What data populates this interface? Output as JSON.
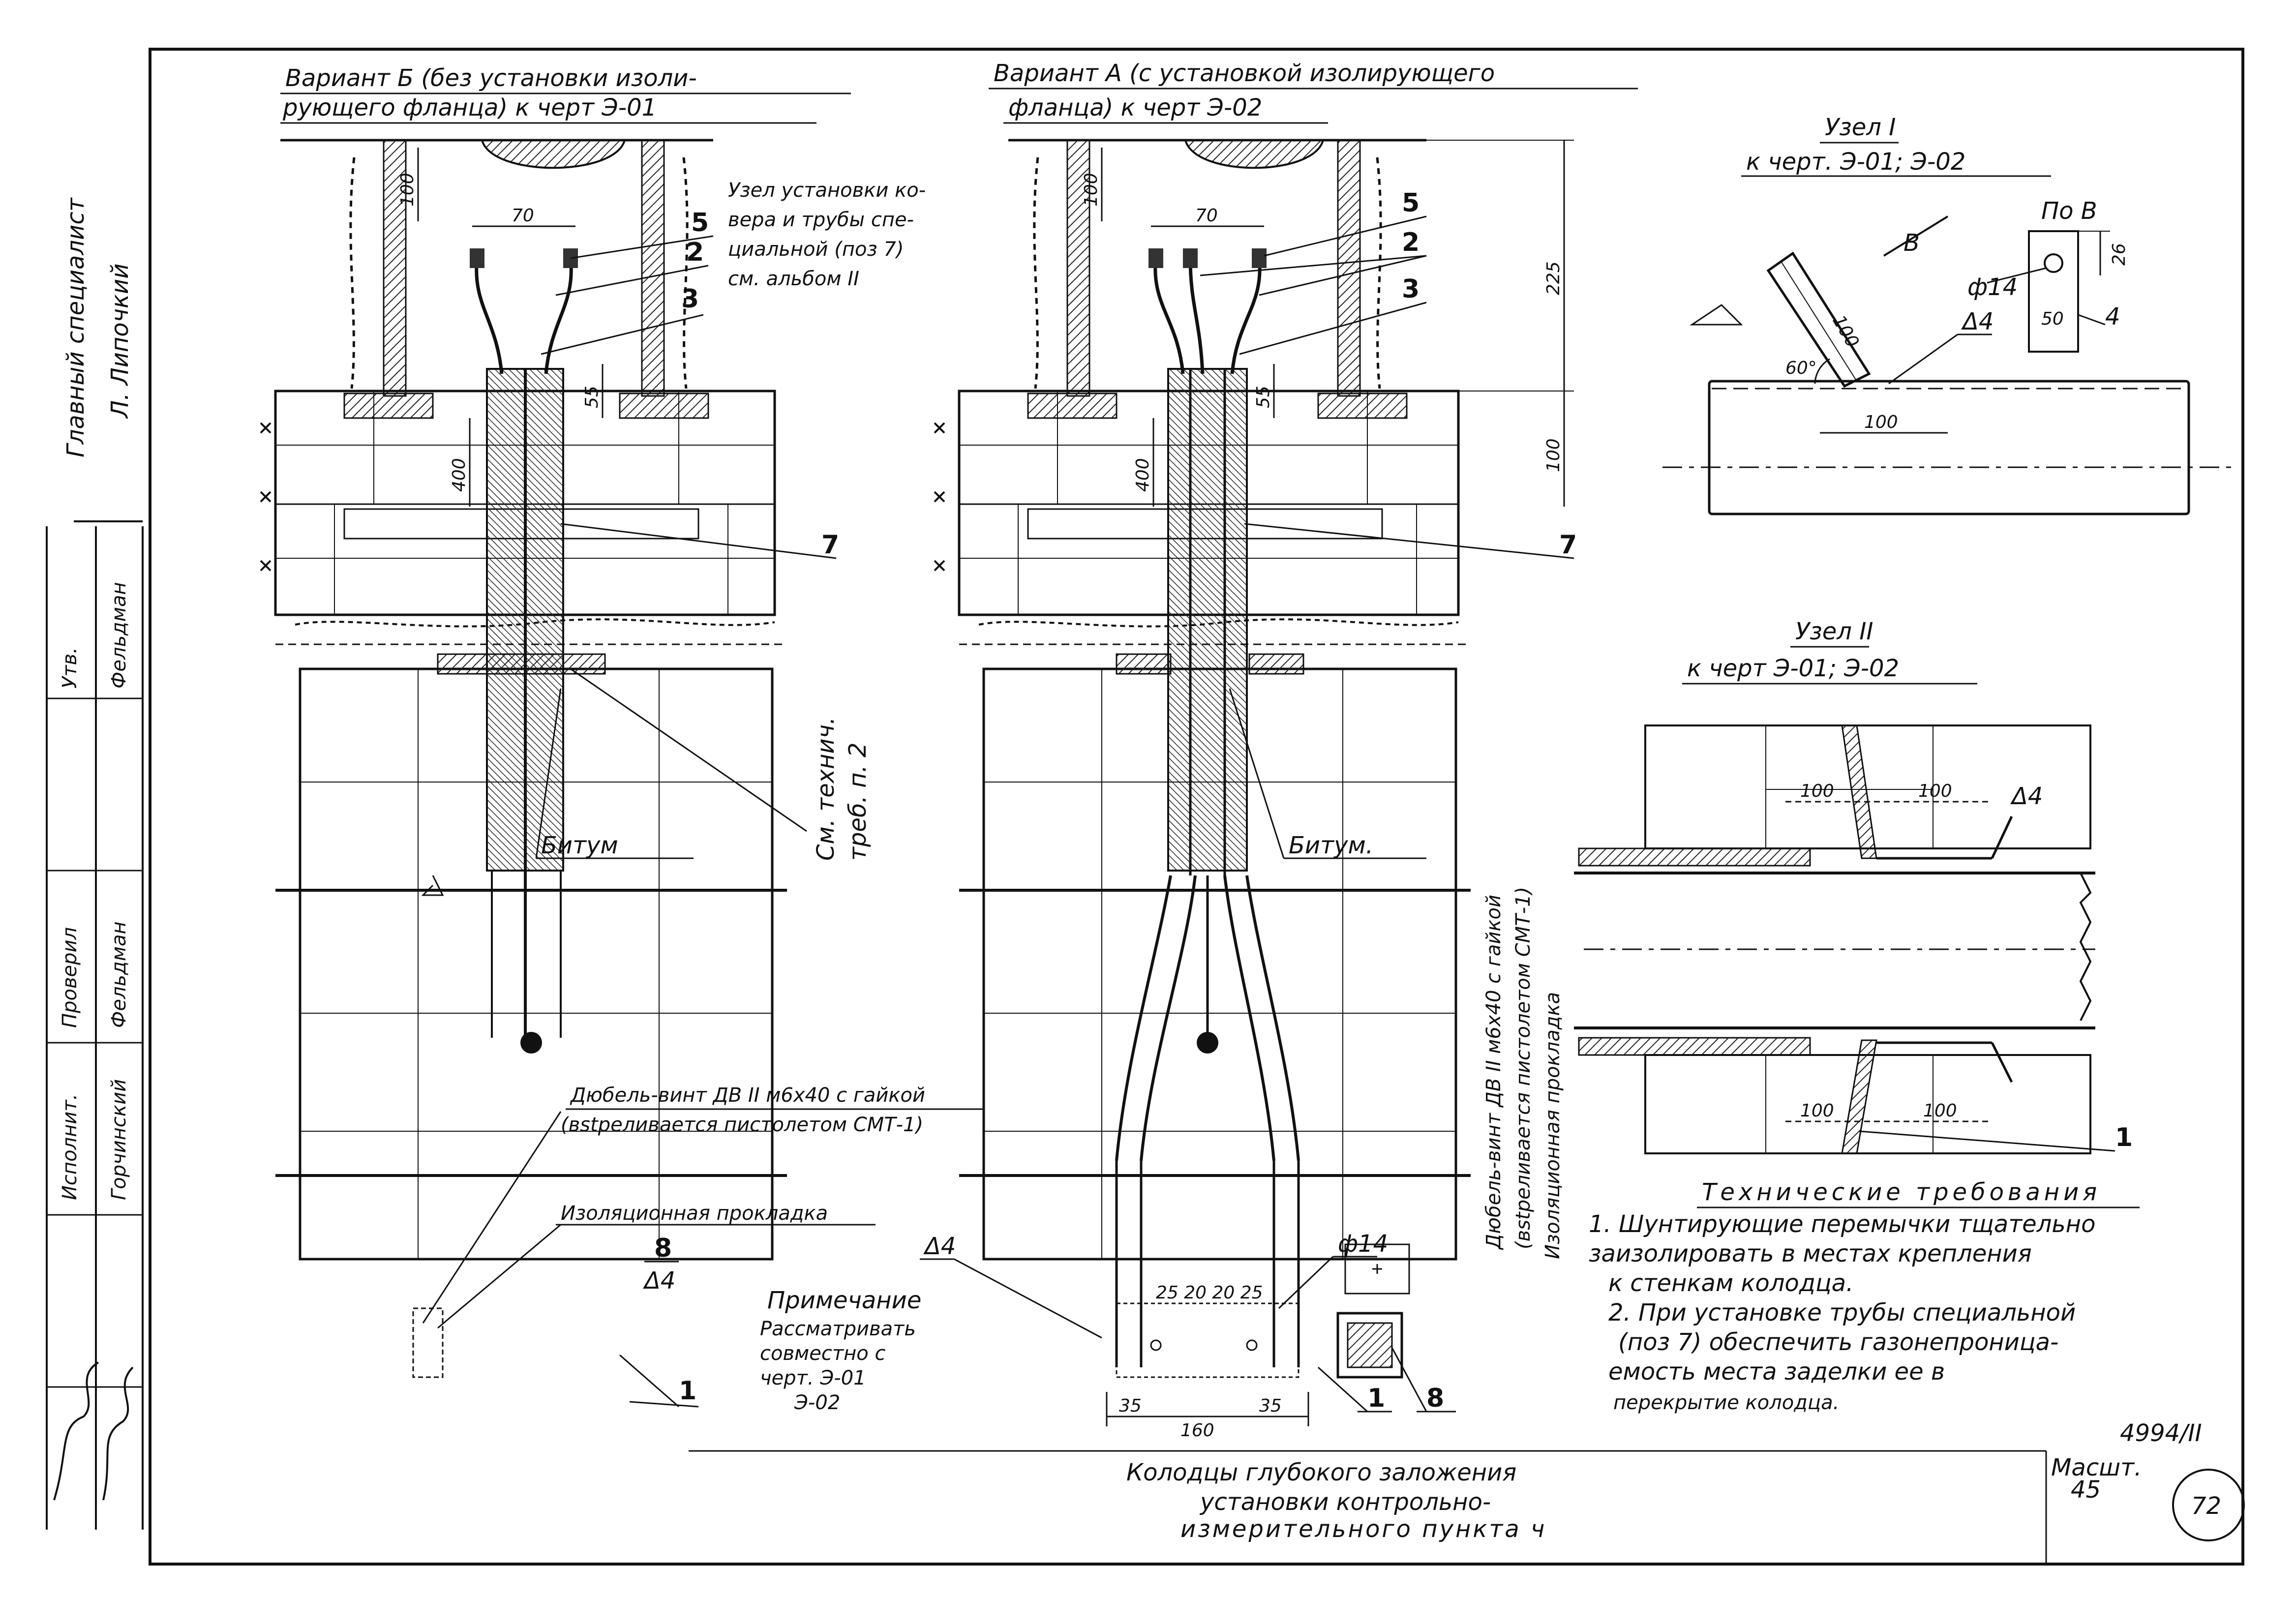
{
  "stamp": {
    "role_label": "Главный специалист",
    "name": "Л. Липочкий",
    "rows": [
      {
        "role": "Утв.",
        "name": "Фельдман"
      },
      {
        "role": "Проверил",
        "name": "Фельдман"
      },
      {
        "role": "Исполнит.",
        "name": "Горчинский"
      }
    ]
  },
  "variant_b": {
    "title_line1": "Вариант Б (без установки изоли-",
    "title_line2": "рующего фланца) к черт Э-01",
    "node_note_lines": [
      "Узел установки ко-",
      "вера и трубы спе-",
      "циальной (поз 7)",
      "см. альбом II"
    ],
    "dims": {
      "d70": "70",
      "d100": "100",
      "d55": "55",
      "d400": "400"
    },
    "labels": {
      "bitumen": "Битум",
      "pos5": "5",
      "pos2": "2",
      "pos3": "3",
      "pos7": "7",
      "pos8": "8",
      "pos1": "1",
      "weld": "Δ4"
    },
    "dowel_line1": "Дюбель-винт ДВ II м6х40 с гайкой",
    "dowel_line2": "(вstреливается пистолетом СМТ-1)",
    "insulation": "Изоляционная прокладка",
    "tech_ref_line1": "См. технич.",
    "tech_ref_line2": "треб. п. 2",
    "note_lines": [
      "Примечание",
      "Рассматривать",
      "совместно с",
      "черт. Э-01",
      "Э-02"
    ]
  },
  "variant_a": {
    "title_line1": "Вариант А (с установкой изолирующего",
    "title_line2": "фланца) к черт Э-02",
    "dims": {
      "d70": "70",
      "d100": "100",
      "d55": "55",
      "d400": "400",
      "d225": "225",
      "d100b": "100"
    },
    "labels": {
      "bitumen": "Битум.",
      "pos5": "5",
      "pos2": "2",
      "pos3": "3",
      "pos7": "7",
      "pos1": "1",
      "pos8": "8",
      "weld": "Δ4",
      "dia14": "ф14"
    },
    "dowel_line1": "Дюбель-винт ДВ II м6х40 с гайкой",
    "dowel_line2": "(вstреливается пистолетом СМТ-1)",
    "insulation": "Изоляционная прокладка",
    "bottom_dims": {
      "d35a": "35",
      "d160": "160",
      "d35b": "35",
      "top": "25 20 20 25"
    }
  },
  "node_1": {
    "title": "Узел I",
    "ref": "к черт. Э-01; Э-02",
    "view": "По В",
    "view_letter": "В",
    "dims": {
      "d26": "26",
      "d14": "ф14",
      "d50": "50",
      "d4": "4",
      "d100": "100",
      "d100b": "100",
      "angle": "60°",
      "weld": "Δ4"
    }
  },
  "node_2": {
    "title": "Узел II",
    "ref": "к черт Э-01; Э-02",
    "dims": {
      "a": "100",
      "b": "100",
      "c": "100",
      "d": "100",
      "weld": "Δ4",
      "pos1": "1"
    }
  },
  "tech": {
    "title": "Технические требования",
    "line1": "1. Шунтирующие перемычки тщательно",
    "line2": "заизолировать в местах крепления",
    "line3": "к стенкам колодца.",
    "line4": "2. При установке трубы специальной",
    "line5": "(поз 7) обеспечить газонепроница-",
    "line6": "емость места заделки ее в",
    "line7": "перекрытие колодца."
  },
  "footer": {
    "caption_line1": "Колодцы глубокого заложения",
    "caption_line2": "установки контрольно-",
    "caption_line3": "измерительного пункта ч",
    "scale_label": "Масшт.",
    "scale_value": "45",
    "sheet_code": "4994/II",
    "page_number": "72"
  }
}
